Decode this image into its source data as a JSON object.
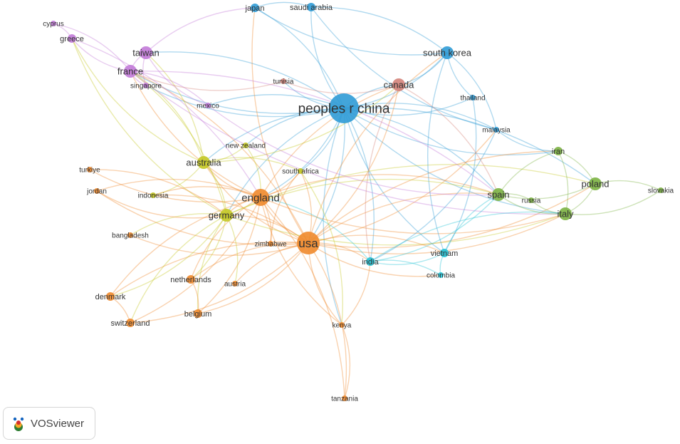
{
  "network": {
    "clusters": {
      "red": "#d4837a",
      "green": "#7cb342",
      "blue": "#2f9bd6",
      "yellow": "#c4c823",
      "purple": "#c27ad8",
      "cyan": "#22c3d6",
      "orange": "#f08a2c"
    },
    "nodes": [
      {
        "id": "cyprus",
        "label": "cyprus",
        "cluster": "purple",
        "size": 1
      },
      {
        "id": "greece",
        "label": "greece",
        "cluster": "purple",
        "size": 2
      },
      {
        "id": "taiwan",
        "label": "taiwan",
        "cluster": "purple",
        "size": 3
      },
      {
        "id": "france",
        "label": "france",
        "cluster": "purple",
        "size": 3
      },
      {
        "id": "singapore",
        "label": "singapore",
        "cluster": "purple",
        "size": 1
      },
      {
        "id": "mexico",
        "label": "mexico",
        "cluster": "purple",
        "size": 1
      },
      {
        "id": "japan",
        "label": "japan",
        "cluster": "blue",
        "size": 2
      },
      {
        "id": "saudi_arabia",
        "label": "saudi arabia",
        "cluster": "blue",
        "size": 2
      },
      {
        "id": "south_korea",
        "label": "south korea",
        "cluster": "blue",
        "size": 3
      },
      {
        "id": "peoples_r_china",
        "label": "peoples r china",
        "cluster": "blue",
        "size": 6
      },
      {
        "id": "thailand",
        "label": "thailand",
        "cluster": "blue",
        "size": 1
      },
      {
        "id": "malaysia",
        "label": "malaysia",
        "cluster": "blue",
        "size": 1
      },
      {
        "id": "canada",
        "label": "canada",
        "cluster": "red",
        "size": 3
      },
      {
        "id": "tunisia",
        "label": "tunisia",
        "cluster": "red",
        "size": 1
      },
      {
        "id": "new_zealand",
        "label": "new zealand",
        "cluster": "yellow",
        "size": 1
      },
      {
        "id": "australia",
        "label": "australia",
        "cluster": "yellow",
        "size": 3
      },
      {
        "id": "south_africa",
        "label": "south africa",
        "cluster": "yellow",
        "size": 1
      },
      {
        "id": "germany",
        "label": "germany",
        "cluster": "yellow",
        "size": 3
      },
      {
        "id": "indonesia",
        "label": "indonesia",
        "cluster": "yellow",
        "size": 1
      },
      {
        "id": "iran",
        "label": "iran",
        "cluster": "green",
        "size": 2
      },
      {
        "id": "poland",
        "label": "poland",
        "cluster": "green",
        "size": 3
      },
      {
        "id": "slovakia",
        "label": "slovakia",
        "cluster": "green",
        "size": 1
      },
      {
        "id": "spain",
        "label": "spain",
        "cluster": "green",
        "size": 3
      },
      {
        "id": "russia",
        "label": "russia",
        "cluster": "green",
        "size": 1
      },
      {
        "id": "italy",
        "label": "italy",
        "cluster": "green",
        "size": 3
      },
      {
        "id": "india",
        "label": "india",
        "cluster": "cyan",
        "size": 2
      },
      {
        "id": "vietnam",
        "label": "vietnam",
        "cluster": "cyan",
        "size": 2
      },
      {
        "id": "colombia",
        "label": "colombia",
        "cluster": "cyan",
        "size": 1
      },
      {
        "id": "turkiye",
        "label": "turkiye",
        "cluster": "orange",
        "size": 1
      },
      {
        "id": "jordan",
        "label": "jordan",
        "cluster": "orange",
        "size": 1
      },
      {
        "id": "england",
        "label": "england",
        "cluster": "orange",
        "size": 4
      },
      {
        "id": "bangladesh",
        "label": "bangladesh",
        "cluster": "orange",
        "size": 1
      },
      {
        "id": "zimbabwe",
        "label": "zimbabwe",
        "cluster": "orange",
        "size": 1
      },
      {
        "id": "usa",
        "label": "usa",
        "cluster": "orange",
        "size": 5
      },
      {
        "id": "netherlands",
        "label": "netherlands",
        "cluster": "orange",
        "size": 2
      },
      {
        "id": "austria",
        "label": "austria",
        "cluster": "orange",
        "size": 1
      },
      {
        "id": "denmark",
        "label": "denmark",
        "cluster": "orange",
        "size": 2
      },
      {
        "id": "belgium",
        "label": "belgium",
        "cluster": "orange",
        "size": 2
      },
      {
        "id": "switzerland",
        "label": "switzerland",
        "cluster": "orange",
        "size": 2
      },
      {
        "id": "kenya",
        "label": "kenya",
        "cluster": "orange",
        "size": 1
      },
      {
        "id": "tanzania",
        "label": "tanzania",
        "cluster": "orange",
        "size": 1
      }
    ],
    "links": [
      [
        "peoples_r_china",
        "usa"
      ],
      [
        "peoples_r_china",
        "japan"
      ],
      [
        "peoples_r_china",
        "saudi_arabia"
      ],
      [
        "peoples_r_china",
        "south_korea"
      ],
      [
        "peoples_r_china",
        "canada"
      ],
      [
        "peoples_r_china",
        "thailand"
      ],
      [
        "peoples_r_china",
        "malaysia"
      ],
      [
        "peoples_r_china",
        "australia"
      ],
      [
        "peoples_r_china",
        "england"
      ],
      [
        "peoples_r_china",
        "germany"
      ],
      [
        "peoples_r_china",
        "france"
      ],
      [
        "peoples_r_china",
        "taiwan"
      ],
      [
        "peoples_r_china",
        "india"
      ],
      [
        "peoples_r_china",
        "vietnam"
      ],
      [
        "peoples_r_china",
        "spain"
      ],
      [
        "peoples_r_china",
        "italy"
      ],
      [
        "peoples_r_china",
        "poland"
      ],
      [
        "peoples_r_china",
        "iran"
      ],
      [
        "peoples_r_china",
        "singapore"
      ],
      [
        "peoples_r_china",
        "mexico"
      ],
      [
        "peoples_r_china",
        "tunisia"
      ],
      [
        "peoples_r_china",
        "kenya"
      ],
      [
        "peoples_r_china",
        "south_africa"
      ],
      [
        "peoples_r_china",
        "new_zealand"
      ],
      [
        "usa",
        "england"
      ],
      [
        "usa",
        "germany"
      ],
      [
        "usa",
        "australia"
      ],
      [
        "usa",
        "canada"
      ],
      [
        "usa",
        "india"
      ],
      [
        "usa",
        "kenya"
      ],
      [
        "usa",
        "tanzania"
      ],
      [
        "usa",
        "netherlands"
      ],
      [
        "usa",
        "belgium"
      ],
      [
        "usa",
        "denmark"
      ],
      [
        "usa",
        "switzerland"
      ],
      [
        "usa",
        "austria"
      ],
      [
        "usa",
        "zimbabwe"
      ],
      [
        "usa",
        "south_africa"
      ],
      [
        "usa",
        "spain"
      ],
      [
        "usa",
        "italy"
      ],
      [
        "usa",
        "vietnam"
      ],
      [
        "usa",
        "colombia"
      ],
      [
        "usa",
        "japan"
      ],
      [
        "usa",
        "france"
      ],
      [
        "usa",
        "bangladesh"
      ],
      [
        "usa",
        "indonesia"
      ],
      [
        "usa",
        "south_korea"
      ],
      [
        "usa",
        "malaysia"
      ],
      [
        "usa",
        "iran"
      ],
      [
        "usa",
        "poland"
      ],
      [
        "usa",
        "jordan"
      ],
      [
        "england",
        "germany"
      ],
      [
        "england",
        "australia"
      ],
      [
        "england",
        "netherlands"
      ],
      [
        "england",
        "belgium"
      ],
      [
        "england",
        "denmark"
      ],
      [
        "england",
        "switzerland"
      ],
      [
        "england",
        "kenya"
      ],
      [
        "england",
        "tanzania"
      ],
      [
        "england",
        "indonesia"
      ],
      [
        "england",
        "turkiye"
      ],
      [
        "england",
        "jordan"
      ],
      [
        "england",
        "spain"
      ],
      [
        "england",
        "italy"
      ],
      [
        "england",
        "canada"
      ],
      [
        "england",
        "south_africa"
      ],
      [
        "england",
        "france"
      ],
      [
        "germany",
        "australia"
      ],
      [
        "germany",
        "netherlands"
      ],
      [
        "germany",
        "belgium"
      ],
      [
        "germany",
        "austria"
      ],
      [
        "germany",
        "switzerland"
      ],
      [
        "germany",
        "denmark"
      ],
      [
        "germany",
        "bangladesh"
      ],
      [
        "germany",
        "spain"
      ],
      [
        "germany",
        "italy"
      ],
      [
        "germany",
        "poland"
      ],
      [
        "germany",
        "france"
      ],
      [
        "germany",
        "greece"
      ],
      [
        "australia",
        "new_zealand"
      ],
      [
        "australia",
        "indonesia"
      ],
      [
        "australia",
        "france"
      ],
      [
        "australia",
        "greece"
      ],
      [
        "australia",
        "taiwan"
      ],
      [
        "australia",
        "south_africa"
      ],
      [
        "australia",
        "canada"
      ],
      [
        "france",
        "greece"
      ],
      [
        "france",
        "cyprus"
      ],
      [
        "france",
        "taiwan"
      ],
      [
        "france",
        "singapore"
      ],
      [
        "france",
        "mexico"
      ],
      [
        "france",
        "italy"
      ],
      [
        "france",
        "spain"
      ],
      [
        "greece",
        "cyprus"
      ],
      [
        "greece",
        "england"
      ],
      [
        "taiwan",
        "singapore"
      ],
      [
        "taiwan",
        "japan"
      ],
      [
        "taiwan",
        "mexico"
      ],
      [
        "japan",
        "saudi_arabia"
      ],
      [
        "japan",
        "south_korea"
      ],
      [
        "saudi_arabia",
        "south_korea"
      ],
      [
        "saudi_arabia",
        "malaysia"
      ],
      [
        "south_korea",
        "canada"
      ],
      [
        "south_korea",
        "thailand"
      ],
      [
        "south_korea",
        "malaysia"
      ],
      [
        "south_korea",
        "vietnam"
      ],
      [
        "malaysia",
        "india"
      ],
      [
        "malaysia",
        "iran"
      ],
      [
        "thailand",
        "vietnam"
      ],
      [
        "canada",
        "india"
      ],
      [
        "canada",
        "spain"
      ],
      [
        "spain",
        "italy"
      ],
      [
        "spain",
        "russia"
      ],
      [
        "spain",
        "poland"
      ],
      [
        "spain",
        "iran"
      ],
      [
        "italy",
        "poland"
      ],
      [
        "italy",
        "russia"
      ],
      [
        "italy",
        "slovakia"
      ],
      [
        "poland",
        "slovakia"
      ],
      [
        "poland",
        "iran"
      ],
      [
        "iran",
        "italy"
      ],
      [
        "india",
        "vietnam"
      ],
      [
        "india",
        "colombia"
      ],
      [
        "india",
        "spain"
      ],
      [
        "india",
        "italy"
      ],
      [
        "vietnam",
        "colombia"
      ],
      [
        "vietnam",
        "spain"
      ],
      [
        "india",
        "england"
      ],
      [
        "kenya",
        "tanzania"
      ],
      [
        "kenya",
        "india"
      ],
      [
        "tunisia",
        "france"
      ],
      [
        "tunisia",
        "canada"
      ],
      [
        "zimbabwe",
        "south_africa"
      ],
      [
        "zimbabwe",
        "england"
      ],
      [
        "turkiye",
        "germany"
      ],
      [
        "jordan",
        "germany"
      ],
      [
        "denmark",
        "switzerland"
      ],
      [
        "belgium",
        "netherlands"
      ],
      [
        "south_africa",
        "kenya"
      ],
      [
        "mexico",
        "spain"
      ],
      [
        "new_zealand",
        "england"
      ]
    ]
  },
  "badge": {
    "label": "VOSviewer",
    "logo_colors": [
      "#2e7d32",
      "#f9a825",
      "#d32f2f",
      "#1565c0"
    ]
  }
}
